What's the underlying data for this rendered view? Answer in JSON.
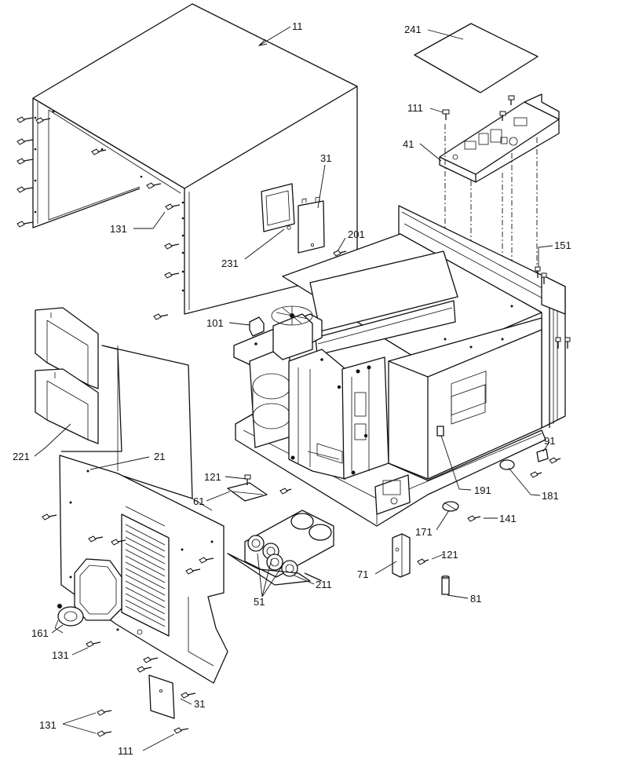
{
  "diagram": {
    "labels": {
      "p11": "11",
      "p241": "241",
      "p111a": "111",
      "p41": "41",
      "p31a": "31",
      "p131a": "131",
      "p201": "201",
      "p231": "231",
      "p151": "151",
      "p101": "101",
      "p221": "221",
      "p21": "21",
      "p91": "91",
      "p121a": "121",
      "p61": "61",
      "p191": "191",
      "p181": "181",
      "p141": "141",
      "p171": "171",
      "p121b": "121",
      "p71": "71",
      "p211": "211",
      "p51": "51",
      "p81": "81",
      "p161": "161",
      "p131b": "131",
      "p31b": "31",
      "p131c": "131",
      "p111b": "111"
    }
  }
}
